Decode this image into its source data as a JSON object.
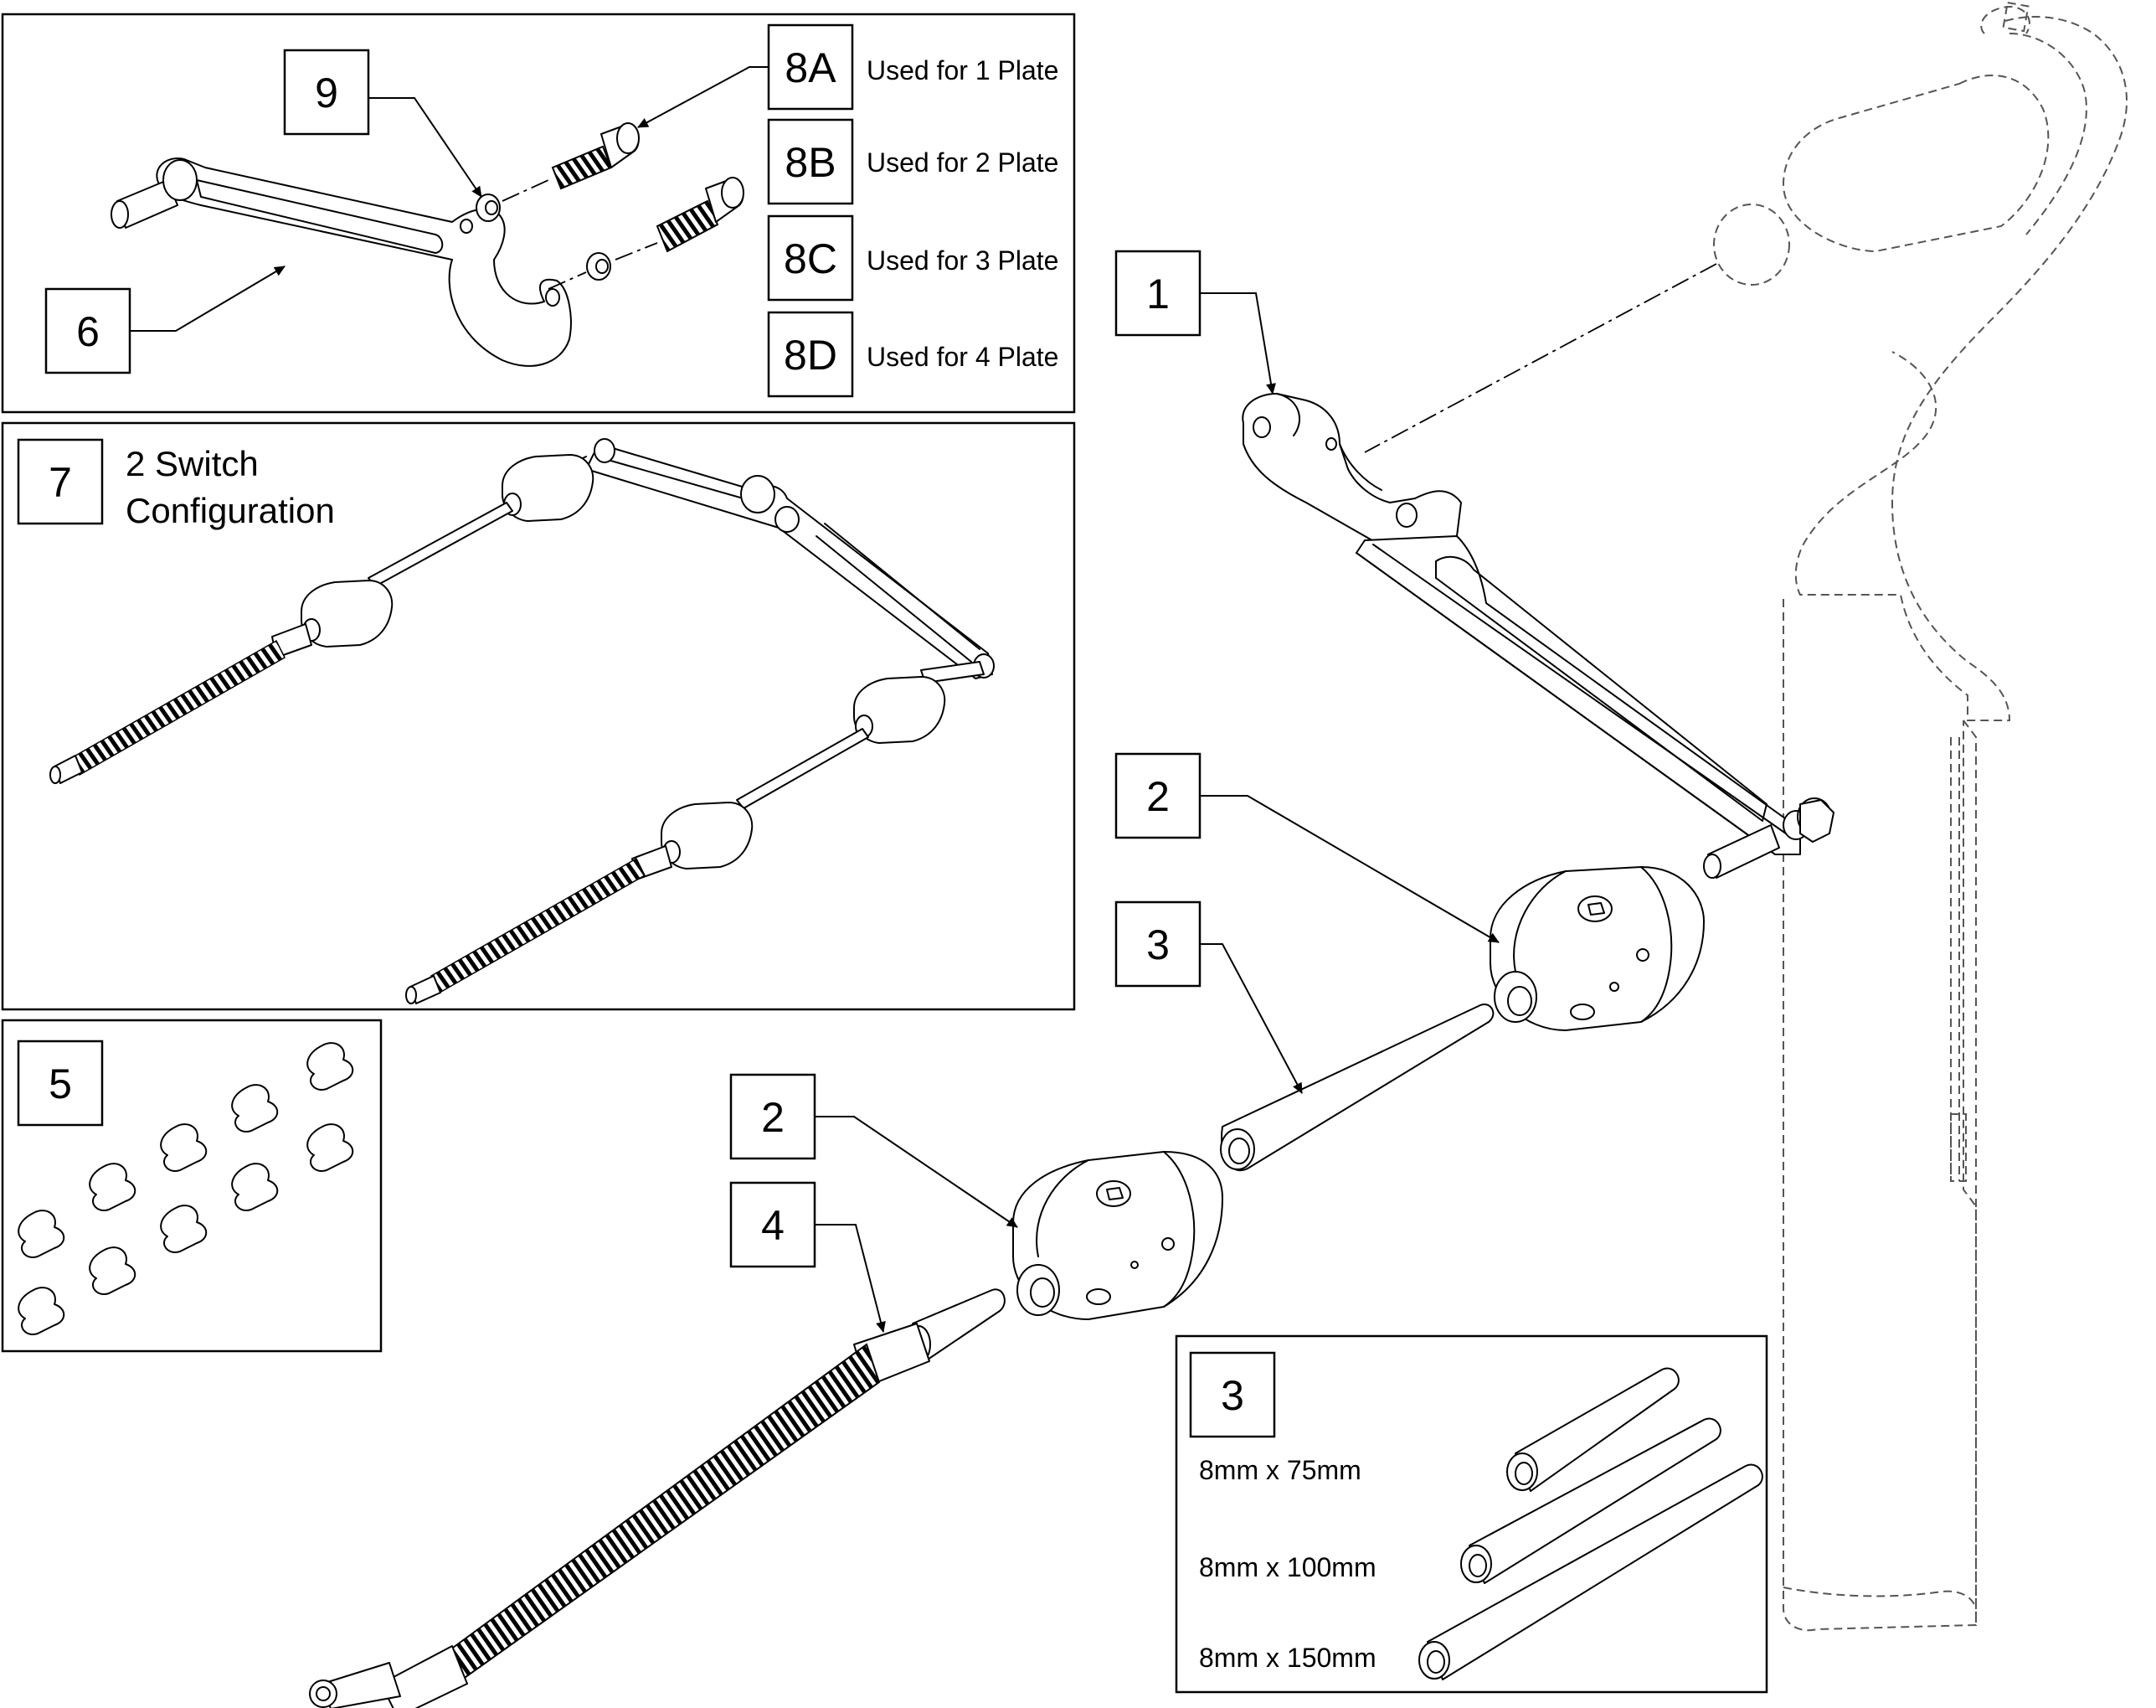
{
  "callouts": {
    "c1": "1",
    "c2a": "2",
    "c2b": "2",
    "c3a": "3",
    "c3b": "3",
    "c4": "4",
    "c5": "5",
    "c6": "6",
    "c7": "7",
    "c8a": "8A",
    "c8b": "8B",
    "c8c": "8C",
    "c8d": "8D",
    "c9": "9"
  },
  "notes": {
    "n8a": "Used for 1 Plate",
    "n8b": "Used for 2 Plate",
    "n8c": "Used for 3 Plate",
    "n8d": "Used for 4 Plate",
    "config_line1": "2 Switch",
    "config_line2": "Configuration"
  },
  "tube_sizes": {
    "s1": "8mm x 75mm",
    "s2": "8mm x 100mm",
    "s3": "8mm x 150mm"
  }
}
